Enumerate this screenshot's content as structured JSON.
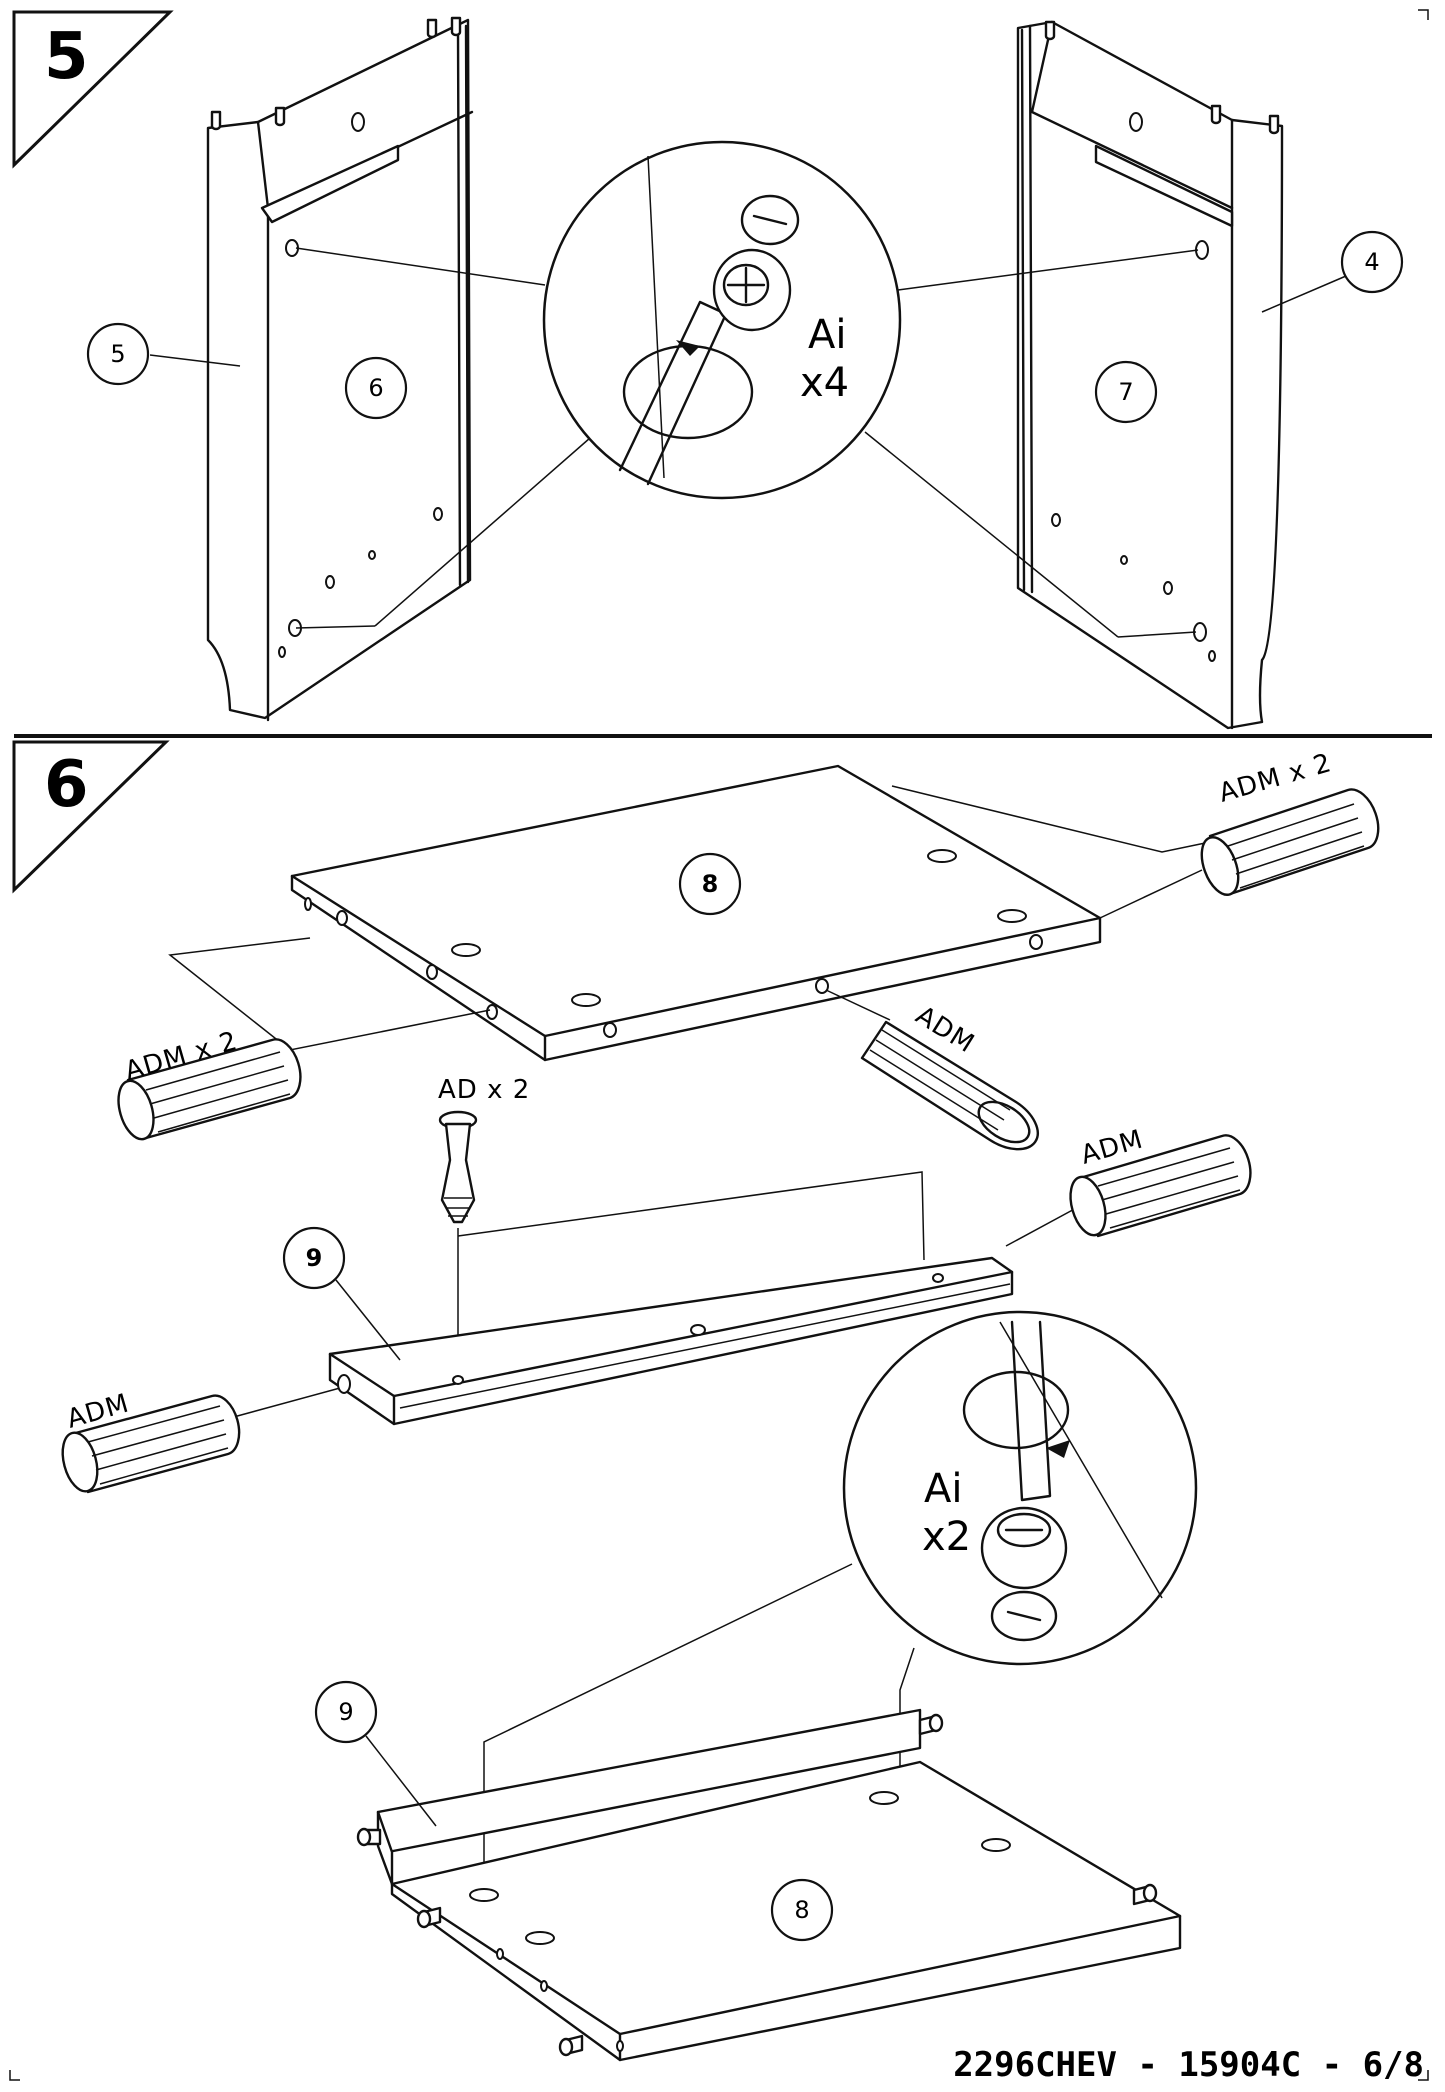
{
  "steps": [
    {
      "number": "5",
      "parts": [
        "5",
        "6",
        "4",
        "7"
      ],
      "detail": {
        "hardware": "Ai",
        "quantity": "x4"
      }
    },
    {
      "number": "6",
      "parts": [
        "8",
        "9",
        "9",
        "8"
      ],
      "hardware": {
        "adm_x2_a": "ADM x 2",
        "adm_x2_b": "ADM x 2",
        "adm_a": "ADM",
        "adm_b": "ADM",
        "adm_c": "ADM",
        "ad_x2": "AD x 2"
      },
      "detail": {
        "hardware": "Ai",
        "quantity": "x2"
      }
    }
  ],
  "footer": {
    "code": "2296CHEV - 15904C - 6/8"
  }
}
